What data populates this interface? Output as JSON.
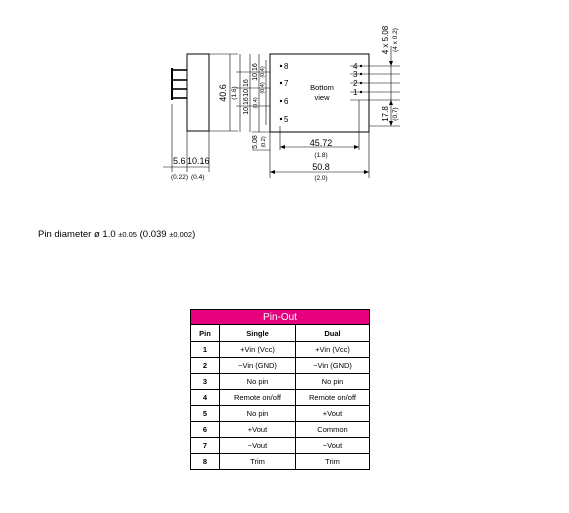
{
  "drawing": {
    "side": {
      "height_mm": "40.6",
      "height_in": "(1.6)",
      "pin_len_mm": "5.6",
      "body_depth_mm": "10.16",
      "depth_in": "(0.22)",
      "depth_in2": "(0.4)"
    },
    "left_dims": [
      {
        "mm": "10.16",
        "in": "(0.4)"
      },
      {
        "mm": "10.16",
        "in": "(0.4)"
      },
      {
        "mm": "10.16",
        "in": "(0.4)"
      },
      {
        "mm": "5.08",
        "in": "(0.2)"
      }
    ],
    "pins_left": [
      "8",
      "7",
      "6",
      "5"
    ],
    "pins_right": [
      "4",
      "3",
      "2",
      "1"
    ],
    "bottom_view": [
      "Bottom",
      "view"
    ],
    "pitch_mm": "4 x 5.08",
    "pitch_in": "(4 x 0.2)",
    "right_offset_mm": "17.8",
    "right_offset_in": "(0.7)",
    "width_pins_mm": "45.72",
    "width_pins_in": "(1.8)",
    "width_total_mm": "50.8",
    "width_total_in": "(2.0)"
  },
  "pin_note": {
    "label": "Pin diameter ø 1.0",
    "tol_mm": "±0.05",
    "in_value": "(0.039",
    "tol_in": "±0.002",
    "close": ")"
  },
  "pinout": {
    "title": "Pin-Out",
    "headers": [
      "Pin",
      "Single",
      "Dual"
    ],
    "rows": [
      {
        "pin": "1",
        "single": "+Vin (Vcc)",
        "dual": "+Vin (Vcc)"
      },
      {
        "pin": "2",
        "single": "−Vin (GND)",
        "dual": "−Vin (GND)"
      },
      {
        "pin": "3",
        "single": "No pin",
        "dual": "No pin"
      },
      {
        "pin": "4",
        "single": "Remote on/off",
        "dual": "Remote on/off"
      },
      {
        "pin": "5",
        "single": "No pin",
        "dual": "+Vout"
      },
      {
        "pin": "6",
        "single": "+Vout",
        "dual": "Common"
      },
      {
        "pin": "7",
        "single": "−Vout",
        "dual": "−Vout"
      },
      {
        "pin": "8",
        "single": "Trim",
        "dual": "Trim"
      }
    ]
  }
}
